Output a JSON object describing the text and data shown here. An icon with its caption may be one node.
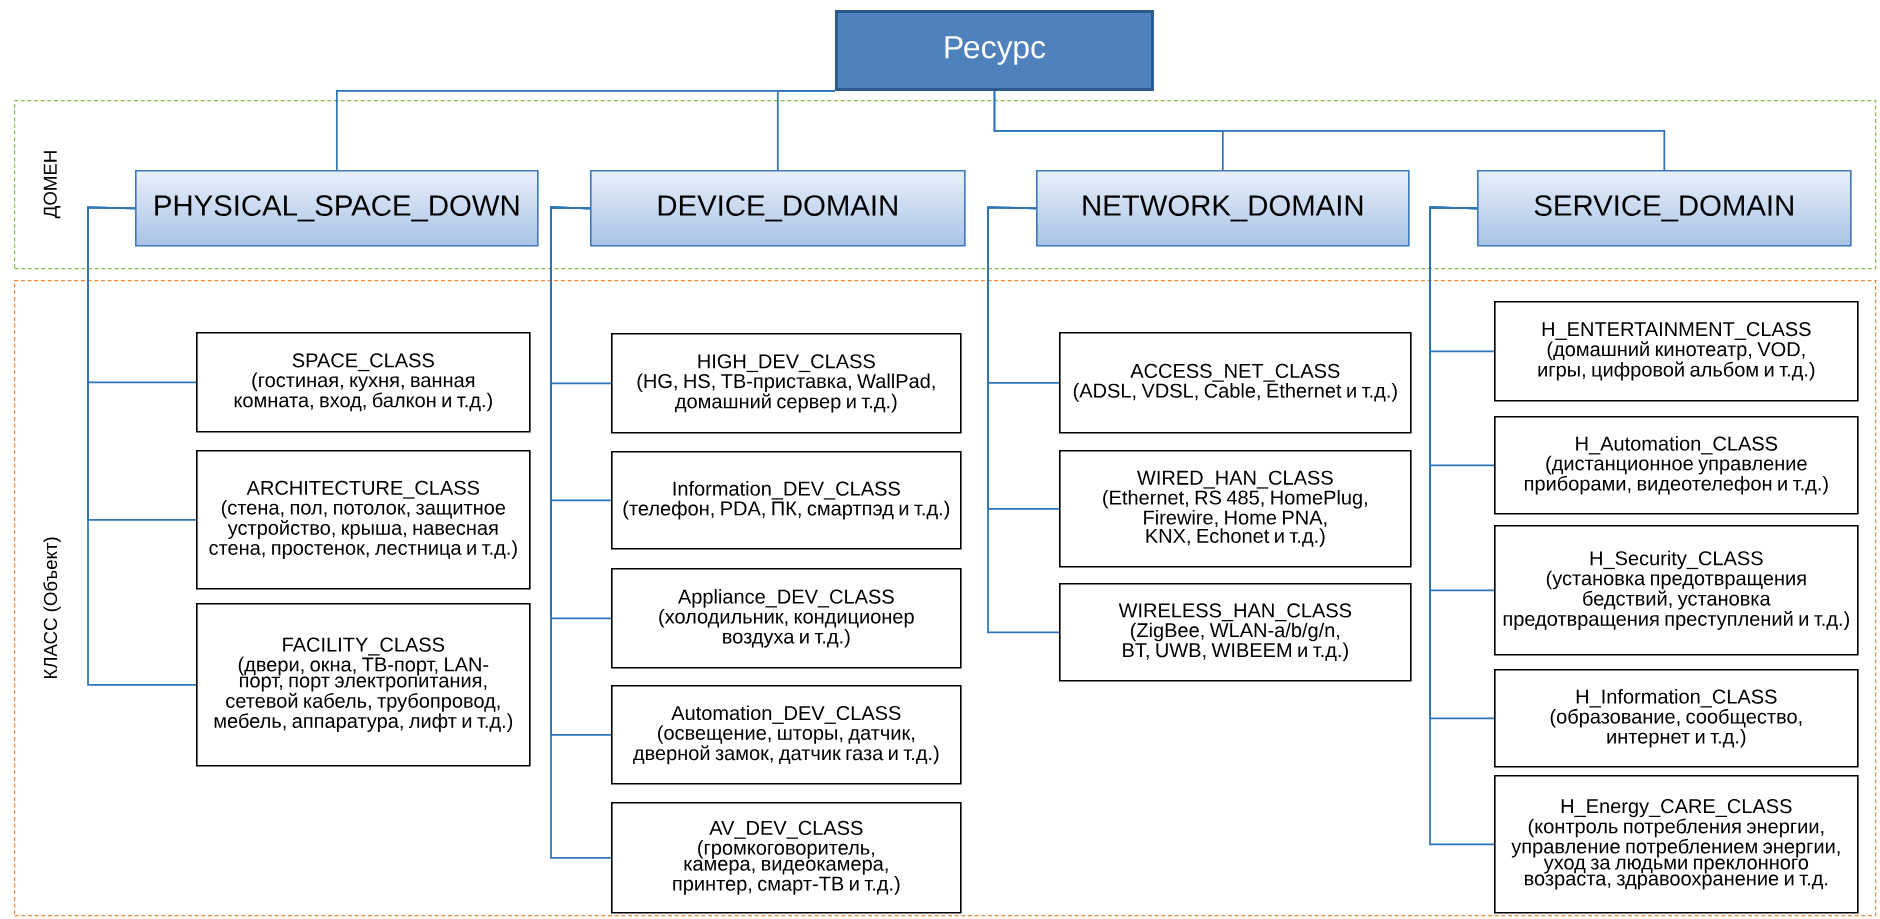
{
  "diagram": {
    "nodes": [
      {
        "text": [
          "Ресурс"
        ]
      },
      {
        "text": [
          "ДОМЕН"
        ]
      },
      {
        "text": [
          "PHYSICAL_SPACE_DOWN"
        ],
        "in": 1
      },
      {
        "text": [
          "DEVICE_DOMAIN"
        ],
        "in": 1
      },
      {
        "text": [
          "NETWORK_DOMAIN"
        ],
        "in": 1
      },
      {
        "text": [
          "SERVICE_DOMAIN"
        ],
        "in": 1
      },
      {
        "text": [
          "КЛАСС (Объект)"
        ]
      },
      {
        "text": [
          "SPACE_CLASS",
          "(гостиная, кухня, ванная комната, вход, балкон и т.д.)"
        ],
        "in": 6
      },
      {
        "text": [
          "ARCHITECTURE_CLASS",
          "(стена, пол, потолок, защитное устройство, крыша, навесная стена, простенок, лестница и т.д.)"
        ],
        "in": 6
      },
      {
        "text": [
          "FACILITY_CLASS",
          "(двери, окна, ТВ-порт, LAN-порт, порт электропитания, сетевой кабель, трубопровод, мебель, аппаратура, лифт и т.д.)"
        ],
        "in": 6
      },
      {
        "text": [
          "HIGH_DEV_CLASS",
          "(HG, HS, ТВ-приставка, WallPad, домашний сервер и т.д.)"
        ],
        "in": 6
      },
      {
        "text": [
          "Information_DEV_CLASS",
          "(телефон, PDA, ПК, смартпэд и т.д.)"
        ],
        "in": 6
      },
      {
        "text": [
          "Appliance_DEV_CLASS",
          "(холодильник, кондиционер воздуха и т.д.)"
        ],
        "in": 6
      },
      {
        "text": [
          "Automation_DEV_CLASS",
          "(освещение, шторы, датчик, дверной замок, датчик газа и т.д.)"
        ],
        "in": 6
      },
      {
        "text": [
          "AV_DEV_CLASS",
          "(громкоговоритель, камера, видеокамера, принтер, смарт-ТВ и т.д.)"
        ],
        "in": 6
      },
      {
        "text": [
          "ACCESS_NET_CLASS",
          "(ADSL, VDSL, Cable, Ethernet и т.д.)"
        ],
        "in": 6
      },
      {
        "text": [
          "WIRED_HAN_CLASS",
          "(Ethernet, RS 485, HomePlug, Firewire, Home PNA, KNX, Echonet и т.д.)"
        ],
        "in": 6
      },
      {
        "text": [
          "WIRELESS_HAN_CLASS",
          "(ZigBee, WLAN-a/b/g/n, BT, UWB, WIBEEM и т.д.)"
        ],
        "in": 6
      },
      {
        "text": [
          "H_ENTERTAINMENT_CLASS",
          "(домашний кинотеатр, VOD, игры, цифровой альбом и т.д.)"
        ],
        "in": 6
      },
      {
        "text": [
          "H_Automation_CLASS",
          "(дистанционное управление приборами, видеотелефон и т.д.)"
        ],
        "in": 6
      },
      {
        "text": [
          "H_Security_CLASS",
          "(установка предотвращения бедствий, установка предотвращения преступлений и т.д.)"
        ],
        "in": 6
      },
      {
        "text": [
          "H_Information_CLASS",
          "(образование, сообщество, интернет и т.д.)"
        ],
        "in": 6
      },
      {
        "text": [
          "H_Energy_CARE_CLASS",
          "(контроль потребления энергии, управление потреблением энергии, уход за людьми преклонного возраста, здравоохранение и т.д."
        ],
        "in": 6
      }
    ],
    "edges": [
      {
        "from": 0,
        "to": 2,
        "arrow": "none"
      },
      {
        "from": 0,
        "to": 3,
        "arrow": "none"
      },
      {
        "from": 0,
        "to": 4,
        "arrow": "none"
      },
      {
        "from": 0,
        "to": 5,
        "arrow": "none"
      },
      {
        "from": 2,
        "to": 7,
        "arrow": "none"
      },
      {
        "from": 2,
        "to": 8,
        "arrow": "none"
      },
      {
        "from": 2,
        "to": 9,
        "arrow": "none"
      },
      {
        "from": 3,
        "to": 10,
        "arrow": "none"
      },
      {
        "from": 3,
        "to": 11,
        "arrow": "none"
      },
      {
        "from": 3,
        "to": 12,
        "arrow": "none"
      },
      {
        "from": 3,
        "to": 13,
        "arrow": "none"
      },
      {
        "from": 3,
        "to": 14,
        "arrow": "none"
      },
      {
        "from": 4,
        "to": 15,
        "arrow": "none"
      },
      {
        "from": 4,
        "to": 16,
        "arrow": "none"
      },
      {
        "from": 4,
        "to": 17,
        "arrow": "none"
      },
      {
        "from": 5,
        "to": 18,
        "arrow": "none"
      },
      {
        "from": 5,
        "to": 19,
        "arrow": "none"
      },
      {
        "from": 5,
        "to": 20,
        "arrow": "none"
      },
      {
        "from": 5,
        "to": 21,
        "arrow": "none"
      },
      {
        "from": 5,
        "to": 22,
        "arrow": "none"
      }
    ]
  }
}
